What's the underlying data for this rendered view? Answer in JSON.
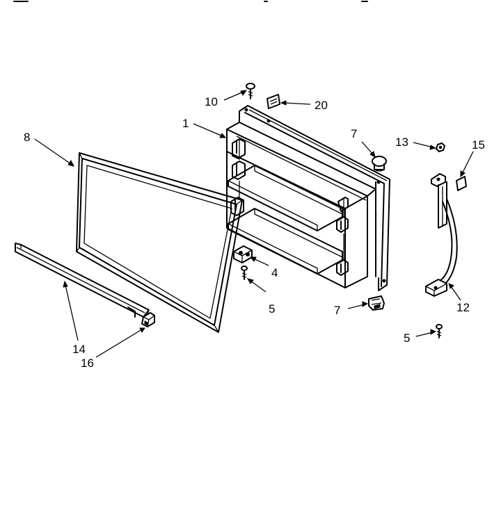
{
  "diagram": {
    "callouts": {
      "c1": "1",
      "c4": "4",
      "c5a": "5",
      "c5b": "5",
      "c7a": "7",
      "c7b": "7",
      "c8": "8",
      "c10": "10",
      "c12": "12",
      "c13": "13",
      "c14": "14",
      "c15": "15",
      "c16": "16",
      "c20": "20"
    }
  }
}
